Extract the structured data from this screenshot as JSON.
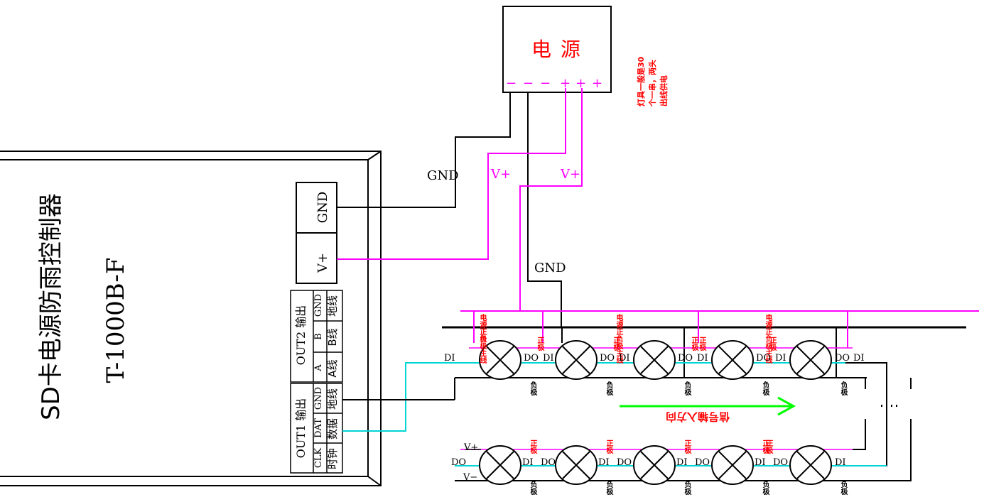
{
  "controller": {
    "title": "SD卡电源防雨控制器",
    "model": "T-1000B-F",
    "power_in": [
      "GND",
      "V+"
    ],
    "out2": {
      "name": "OUT2 输出",
      "pins": [
        "A",
        "B",
        "GND"
      ],
      "wires": [
        "A线",
        "B线",
        "地线"
      ]
    },
    "out1": {
      "name": "OUT1 输出",
      "pins": [
        "CLK",
        "DAT",
        "GND"
      ],
      "wires": [
        "时钟",
        "数据",
        "地线"
      ]
    }
  },
  "power_supply": {
    "title": "电 源",
    "neg_terminals": [
      "−",
      "−",
      "−"
    ],
    "pos_terminals": [
      "+",
      "+",
      "+"
    ],
    "note": [
      "灯具一般是30",
      "个一串，两头",
      "出线供电"
    ]
  },
  "wire_labels": {
    "gnd": "GND",
    "vplus": "V+"
  },
  "led_labels": {
    "main_line": "电源正负极主线",
    "pos": "正极",
    "neg": "负极",
    "di": "DI",
    "do": "DO",
    "direction": "信号输入方向",
    "vplus": "V+",
    "vminus": "V−"
  },
  "colors": {
    "magenta": "#ff00ff",
    "cyan": "#00d5d5",
    "red": "#ff0000",
    "green": "#00ff00",
    "black": "#000000"
  }
}
